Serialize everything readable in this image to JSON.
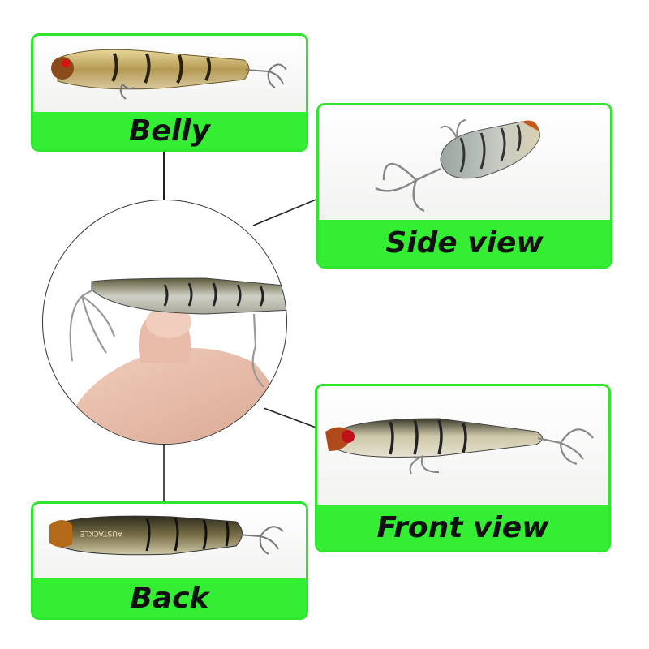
{
  "panels": {
    "belly": {
      "label": "Belly"
    },
    "side": {
      "label": "Side view"
    },
    "front": {
      "label": "Front view"
    },
    "back": {
      "label": "Back"
    }
  },
  "lure": {
    "brand_print": "AUSTACKLE"
  },
  "colors": {
    "accent_green": "#33ee33",
    "border_green": "#2ee62e",
    "connector": "#222222"
  }
}
